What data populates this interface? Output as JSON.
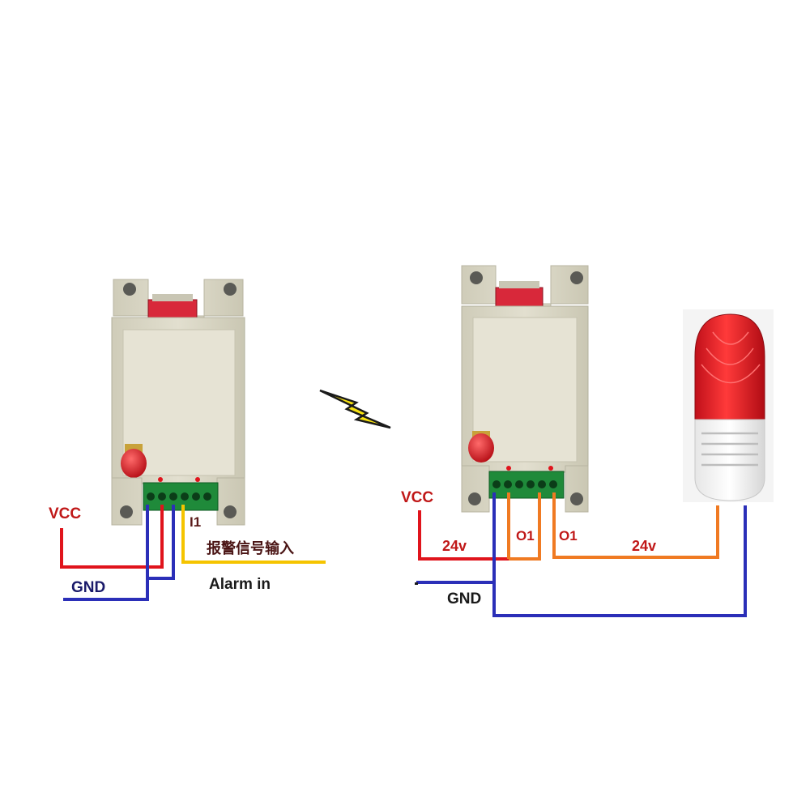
{
  "left_module": {
    "labels": {
      "vcc": "VCC",
      "gnd": "GND",
      "input": "I1",
      "alarm_cn": "报警信号输入",
      "alarm_en": "Alarm in"
    }
  },
  "right_module": {
    "labels": {
      "vcc": "VCC",
      "gnd": "GND",
      "v24_left": "24v",
      "o1_left": "O1",
      "o1_right": "O1",
      "v24_right": "24v"
    }
  },
  "icons": [
    "wireless-signal-icon",
    "alarm-beacon-icon",
    "antenna-icon",
    "terminal-block-icon"
  ],
  "colors": {
    "vcc_wire": "#e0141c",
    "gnd_wire": "#2b2fb8",
    "input_wire": "#f5c400",
    "output_wire": "#f07a22",
    "module_body": "#d8d5c3",
    "terminal_green": "#1f8a3a",
    "beacon_red": "#e8141c"
  }
}
